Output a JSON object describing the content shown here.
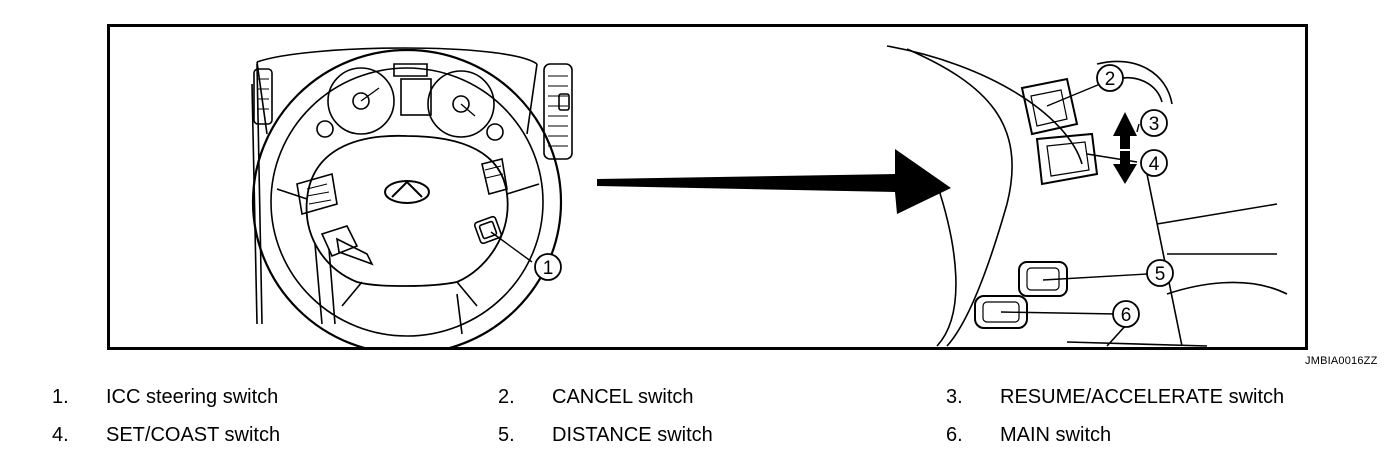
{
  "figure": {
    "code": "JMBIA0016ZZ",
    "callouts": [
      "1",
      "2",
      "3",
      "4",
      "5",
      "6"
    ]
  },
  "legend": [
    {
      "num": "1.",
      "label": "ICC steering switch"
    },
    {
      "num": "2.",
      "label": "CANCEL switch"
    },
    {
      "num": "3.",
      "label": "RESUME/ACCELERATE switch"
    },
    {
      "num": "4.",
      "label": "SET/COAST switch"
    },
    {
      "num": "5.",
      "label": "DISTANCE switch"
    },
    {
      "num": "6.",
      "label": "MAIN switch"
    }
  ]
}
